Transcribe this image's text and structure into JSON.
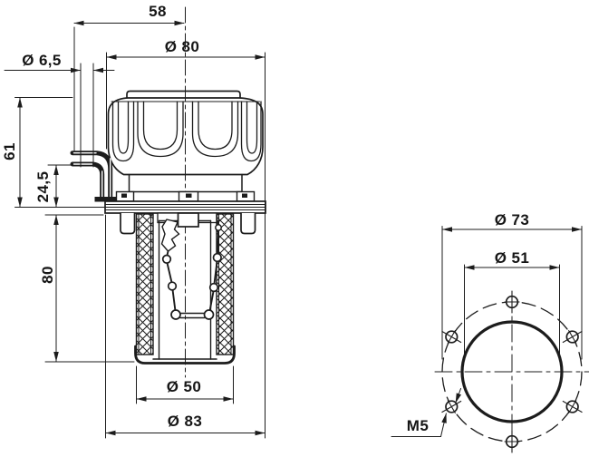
{
  "drawing": {
    "colors": {
      "line": "#1c1c1c",
      "background": "#ffffff"
    },
    "front_view": {
      "dims": {
        "bracket_offset": "58",
        "cap_diameter": "Ø 80",
        "breather_diameter": "Ø 6,5",
        "upper_height": "61",
        "breather_height": "24,5",
        "neck_length": "80",
        "neck_diameter": "Ø 50",
        "flange_diameter": "Ø 83"
      }
    },
    "bottom_view": {
      "dims": {
        "bolt_circle_diameter": "Ø 73",
        "opening_diameter": "Ø 51",
        "screw_thread": "M5"
      }
    }
  }
}
